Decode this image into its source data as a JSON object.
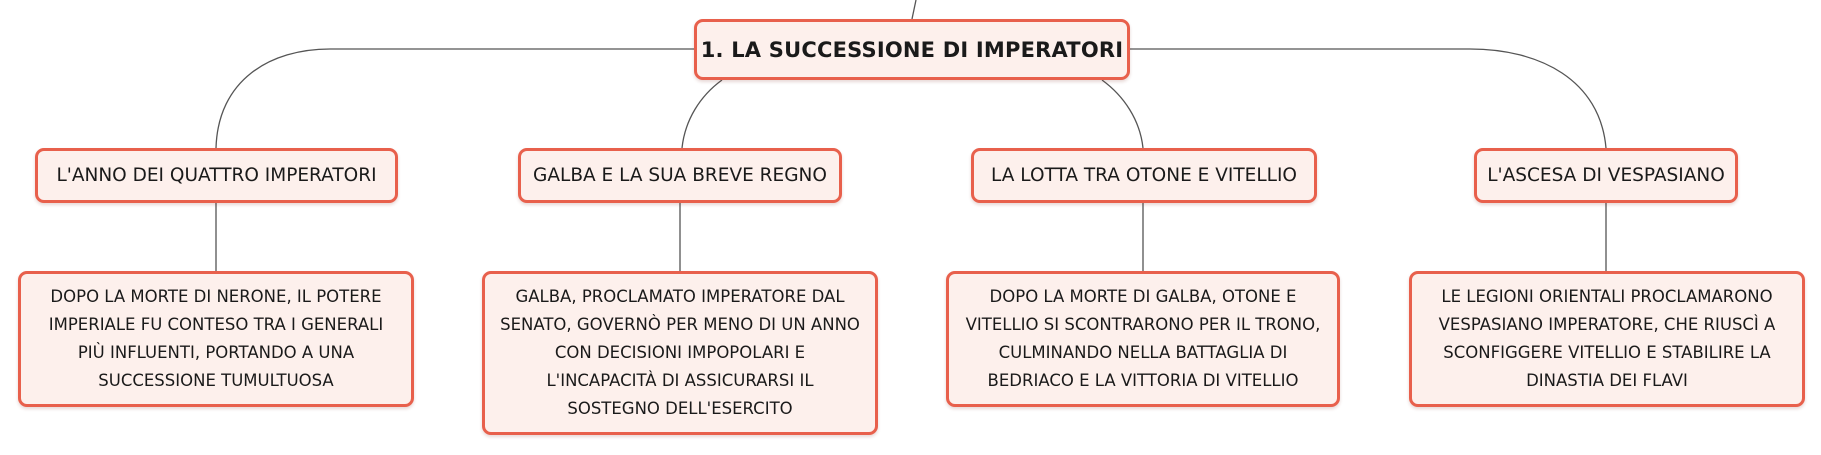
{
  "colors": {
    "node_fill": "#fdf0ec",
    "node_border": "#e8604c",
    "connector": "#555555",
    "text": "#1a1a1a"
  },
  "root": {
    "title": "1. LA SUCCESSIONE DI IMPERATORI"
  },
  "topics": [
    {
      "label": "L'ANNO DEI QUATTRO IMPERATORI",
      "detail": "DOPO LA MORTE DI NERONE, IL POTERE IMPERIALE FU CONTESO TRA I GENERALI PIÙ INFLUENTI, PORTANDO A UNA SUCCESSIONE TUMULTUOSA"
    },
    {
      "label": "GALBA E LA SUA BREVE REGNO",
      "detail": "GALBA, PROCLAMATO IMPERATORE DAL SENATO, GOVERNÒ PER MENO DI UN ANNO CON DECISIONI IMPOPOLARI E L'INCAPACITÀ DI ASSICURARSI IL SOSTEGNO DELL'ESERCITO"
    },
    {
      "label": "LA LOTTA TRA OTONE E VITELLIO",
      "detail": "DOPO LA MORTE DI GALBA, OTONE E VITELLIO SI SCONTRARONO PER IL TRONO, CULMINANDO NELLA BATTAGLIA DI BEDRIACO E LA VITTORIA DI VITELLIO"
    },
    {
      "label": "L'ASCESA DI VESPASIANO",
      "detail": "LE LEGIONI ORIENTALI PROCLAMARONO VESPASIANO IMPERATORE, CHE RIUSCÌ A SCONFIGGERE VITELLIO E STABILIRE LA DINASTIA DEI FLAVI"
    }
  ]
}
